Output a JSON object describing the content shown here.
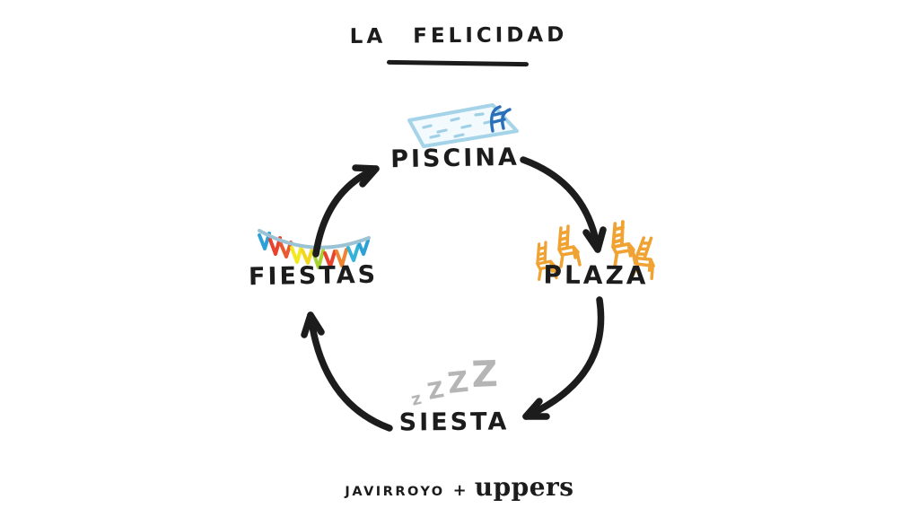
{
  "diagram": {
    "title": "LA FELICIDAD",
    "type": "cycle",
    "flow": [
      "PISCINA",
      "PLAZA",
      "SIESTA",
      "FIESTAS",
      "PISCINA"
    ],
    "nodes": [
      {
        "id": "piscina",
        "label": "PISCINA",
        "icon": "pool-icon"
      },
      {
        "id": "plaza",
        "label": "PLAZA",
        "icon": "chairs-icon",
        "chair_count": 4
      },
      {
        "id": "siesta",
        "label": "SIESTA",
        "icon": "sleep-zzz-icon"
      },
      {
        "id": "fiestas",
        "label": "FIESTAS",
        "icon": "bunting-icon",
        "flag_count": 10
      }
    ],
    "sleep_marks": [
      "z",
      "Z",
      "Z",
      "Z"
    ],
    "flag_colors": [
      "#2ea0d8",
      "#e8432c",
      "#ea5a30",
      "#f4e81e",
      "#f2d51c",
      "#a8d233",
      "#e8432c",
      "#ef8430",
      "#35b3d6",
      "#2ea0d8"
    ]
  },
  "footer": {
    "artist": "JAVIRROYO",
    "separator": "+",
    "brand": "uppers"
  },
  "colors": {
    "bg": "#ffffff",
    "ink": "#1c1c1c",
    "pool_outline": "#a5d3e8",
    "pool_fill": "#f2fafd",
    "pool_dash": "#9fd0e6",
    "ladder": "#2b6fb8",
    "chair": "#f0a232",
    "string": "#9cc3d4",
    "marks": "#b5b5b5"
  }
}
